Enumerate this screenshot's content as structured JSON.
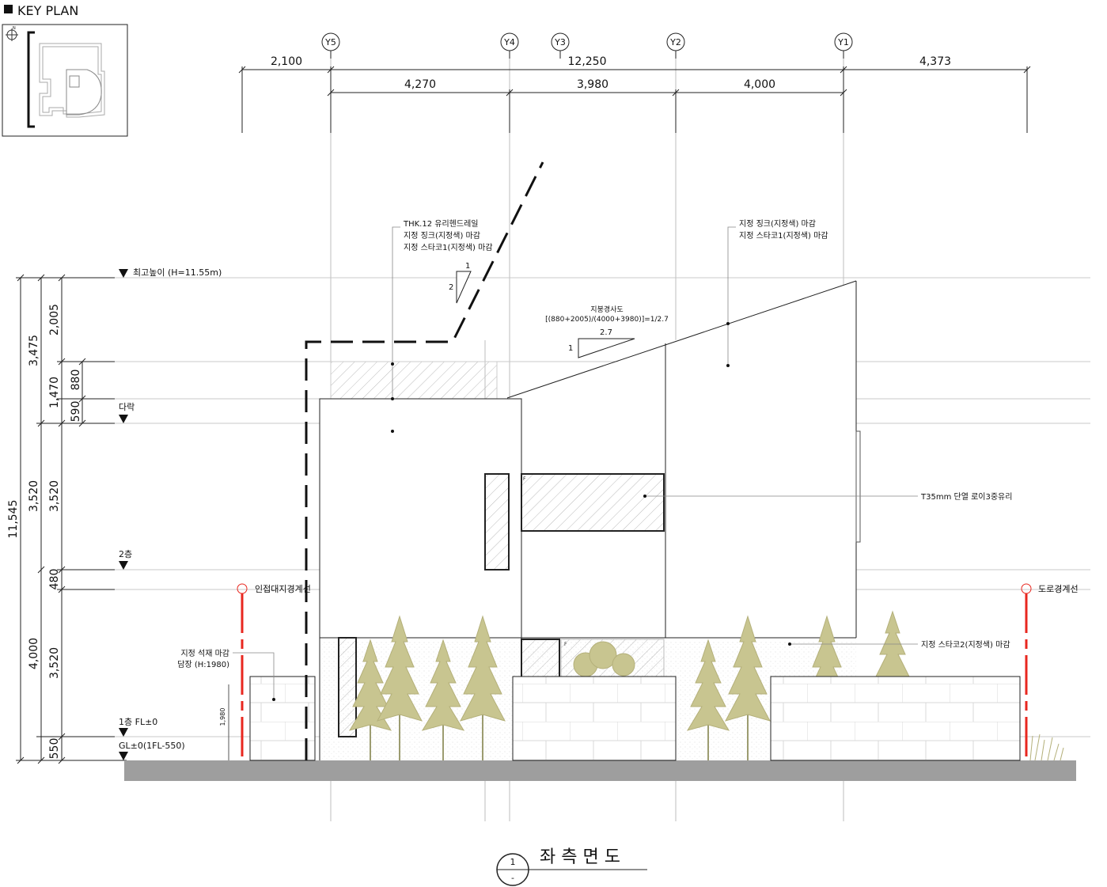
{
  "key_plan": {
    "title": "KEY PLAN",
    "north_mark": "N"
  },
  "grid": {
    "y5": "Y5",
    "y4": "Y4",
    "y3": "Y3",
    "y2": "Y2",
    "y1": "Y1"
  },
  "dims_top": {
    "overall_left": "2,100",
    "overall_mid": "12,250",
    "overall_right": "4,373",
    "bay1": "4,270",
    "bay2": "3,980",
    "bay3": "4,000"
  },
  "dims_left": {
    "total": "11,545",
    "a1": "3,475",
    "a2": "3,520",
    "a3": "4,000",
    "b1": "2,005",
    "b2": "1,470",
    "b3": "3,520",
    "b4": "480",
    "b5": "3,520",
    "b6": "550",
    "c1": "880",
    "c2": "590"
  },
  "levels": {
    "top": "최고높이 (H=11.55m)",
    "attic": "다락",
    "second": "2층",
    "first": "1층 FL±0",
    "ground": "GL±0(1FL-550)"
  },
  "notes": {
    "rail1": "THK.12 유리헨드레일",
    "rail2": "지정 징크(지정색) 마감",
    "rail3": "지정 스타코1(지정색) 마감",
    "roof1": "지정 징크(지정색) 마감",
    "roof2": "지정 스타코1(지정색) 마감",
    "slope_title": "지붕경사도",
    "slope_formula": "[(880+2005)/(4000+3980)]=1/2.7",
    "slope_run": "2.7",
    "slope_rise": "1",
    "wedge_run": "1",
    "wedge_rise": "2",
    "glass": "T35mm 단열 로이3중유리",
    "stucco2": "지정 스타코2(지정색) 마감",
    "stone1": "지정 석재 마감",
    "stone2": "담장 (H:1980)",
    "wall_h": "1,980",
    "bound_left": "인접대지경계선",
    "bound_right": "도로경계선",
    "fix_mark": "F"
  },
  "title_block": {
    "title": "좌 측 면 도",
    "number": "1",
    "sheet": "-"
  },
  "colors": {
    "boundary": "#e8271f",
    "tree": "#c8c590",
    "ground": "#9e9e9e",
    "line": "#222222"
  }
}
